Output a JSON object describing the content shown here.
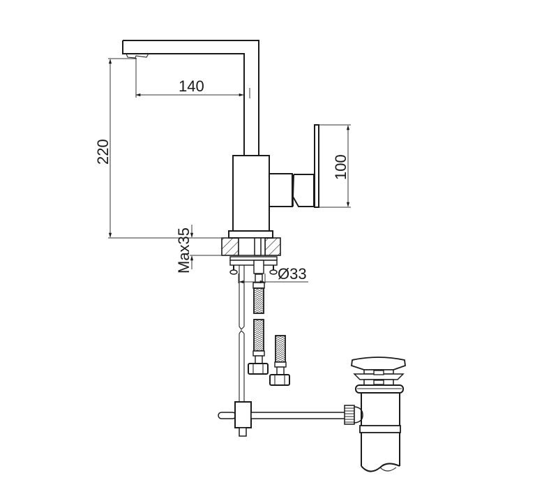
{
  "diagram": {
    "subject": "Single-lever basin mixer with pop-up waste - dimensional drawing",
    "line_color": "#1a1a1a",
    "background": "#ffffff",
    "dimensions": {
      "spout_reach": "140",
      "spout_height": "220",
      "handle_height": "100",
      "max_deck_thickness": "Max35",
      "hole_diameter": "Ø33"
    },
    "components": [
      "spout",
      "mixer-body",
      "lever-handle",
      "deck-section",
      "mounting-nut",
      "flexible-hoses",
      "pull-rod",
      "pop-up-waste"
    ]
  }
}
